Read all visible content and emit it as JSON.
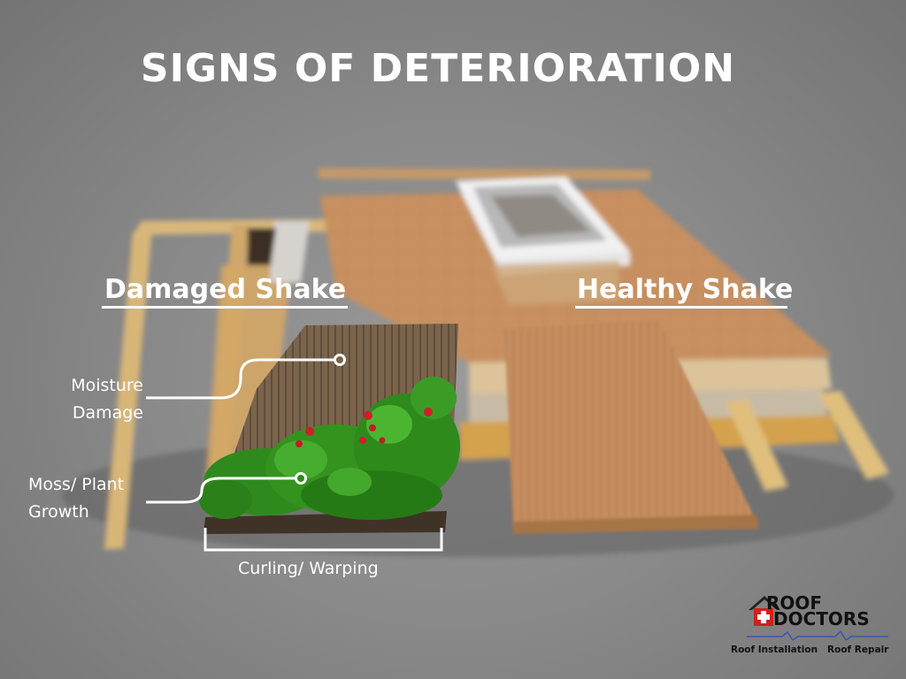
{
  "title": "SIGNS OF DETERIORATION",
  "headings": {
    "damaged": "Damaged Shake",
    "healthy": "Healthy Shake"
  },
  "callouts": {
    "moisture_line1": "Moisture",
    "moisture_line2": "Damage",
    "moss_line1": "Moss/ Plant",
    "moss_line2": "Growth",
    "curling": "Curling/ Warping"
  },
  "logo": {
    "word1": "ROOF",
    "word2": "DOCTORS",
    "tagline": "Roof Installation   Roof Repair"
  },
  "colors": {
    "healthy_wood": "#c08a5c",
    "damaged_wood": "#6f5a45",
    "moss": "#2f8f1f",
    "logo_red": "#d11f1f"
  }
}
